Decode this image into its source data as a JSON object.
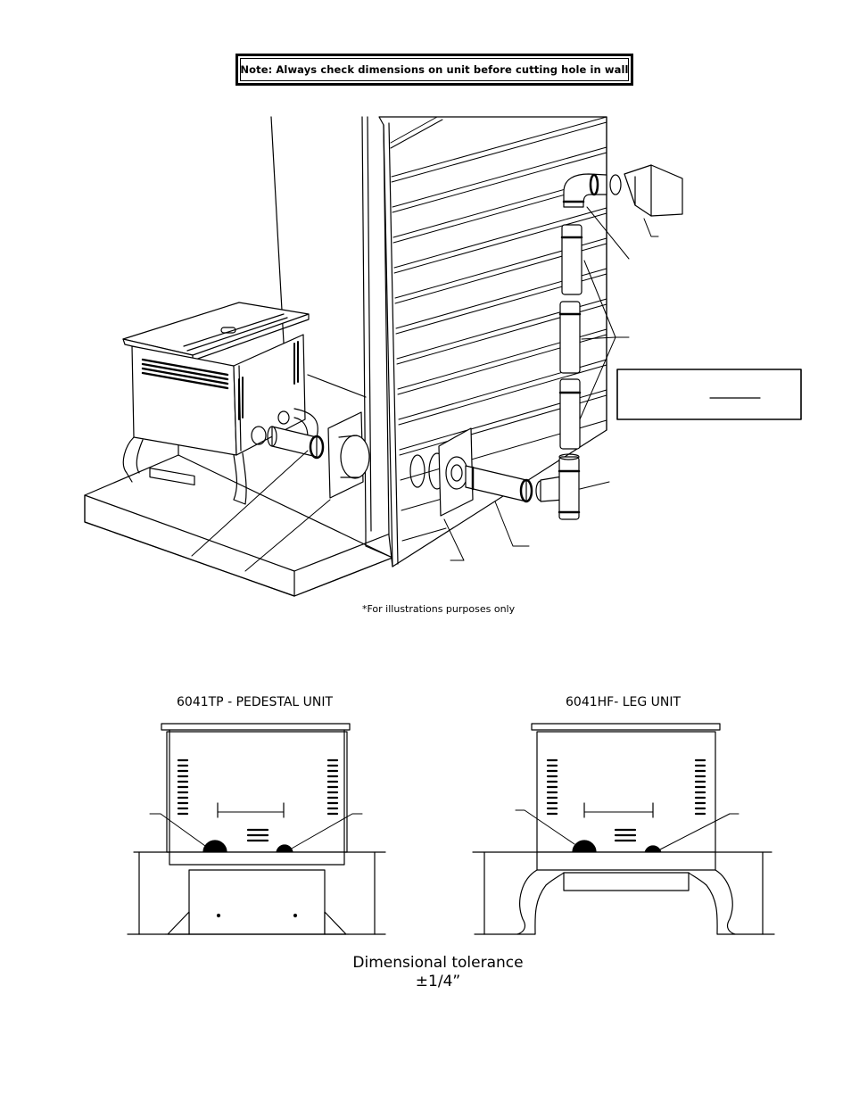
{
  "note": {
    "text": "Note: Always check dimensions on unit before cutting hole in wall"
  },
  "illustration": {
    "caption": "*For illustrations purposes only"
  },
  "units": [
    {
      "title": "6041TP - PEDESTAL UNIT"
    },
    {
      "title": "6041HF- LEG UNIT"
    }
  ],
  "tolerance": {
    "line1": "Dimensional tolerance",
    "line2": "±1/4”"
  }
}
